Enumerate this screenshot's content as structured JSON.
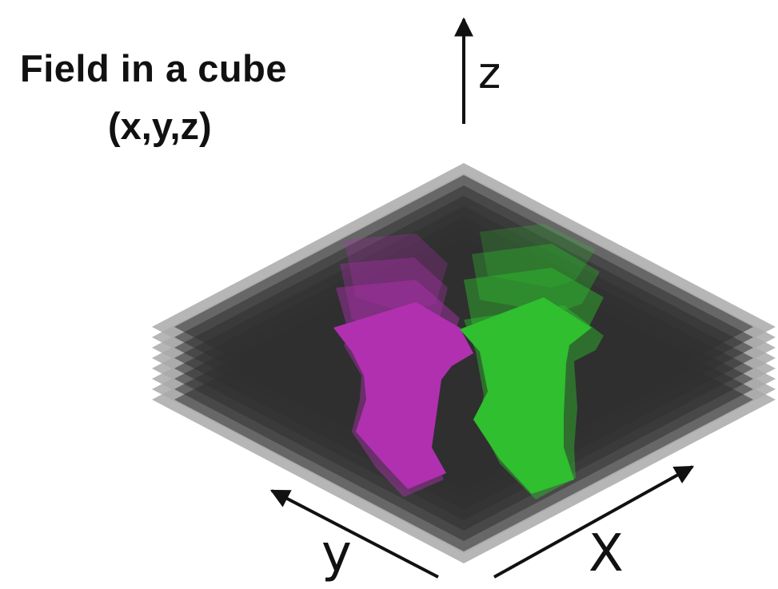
{
  "title": {
    "line1": "Field in a cube",
    "line2": "(x,y,z)"
  },
  "axes": {
    "z": "z",
    "y": "y",
    "x": "X"
  },
  "colors": {
    "slice_edge": "#a9a9a9",
    "slice_core": "#2f2f2f",
    "region_1": "#b030b0",
    "region_2": "#2fbf2f",
    "axis": "#111111"
  }
}
